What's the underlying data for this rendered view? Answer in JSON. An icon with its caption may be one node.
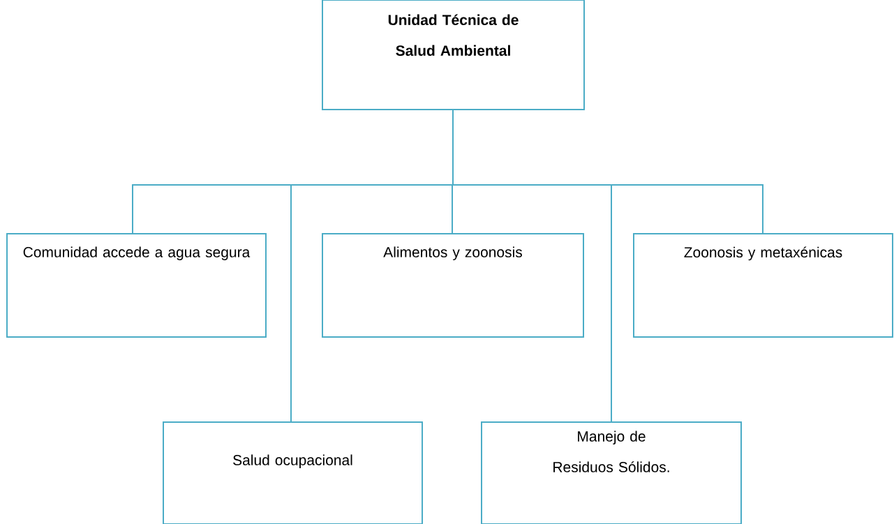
{
  "diagram": {
    "nodes": [
      {
        "text": [
          "**Unidad Técnica de Salud Ambiental**"
        ]
      },
      {
        "text": [
          "Comunidad accede a agua segura"
        ]
      },
      {
        "text": [
          "Alimentos y zoonosis"
        ]
      },
      {
        "text": [
          "Zoonosis y metaxénicas"
        ]
      },
      {
        "text": [
          "Salud ocupacional"
        ]
      },
      {
        "text": [
          "Manejo de Residuos Sólidos."
        ]
      }
    ],
    "edges": [
      {
        "from": 0,
        "to": 1,
        "arrow": "none"
      },
      {
        "from": 0,
        "to": 4,
        "arrow": "none"
      },
      {
        "from": 0,
        "to": 2,
        "arrow": "none"
      },
      {
        "from": 0,
        "to": 5,
        "arrow": "none"
      },
      {
        "from": 0,
        "to": 3,
        "arrow": "none"
      }
    ]
  }
}
